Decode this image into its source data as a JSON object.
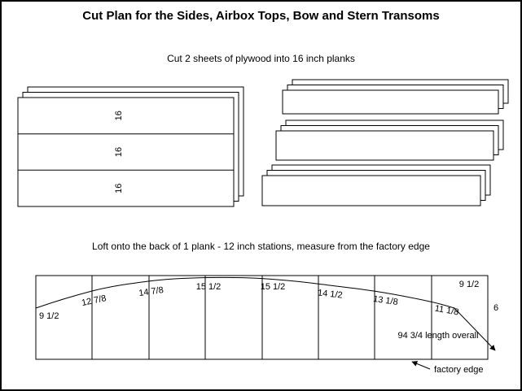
{
  "page": {
    "title": "Cut Plan for the Sides, Airbox Tops, Bow and Stern Transoms",
    "subtitle": "Cut 2 sheets of plywood into 16 inch planks",
    "loft_instruction": "Loft onto the back of 1 plank - 12 inch stations, measure from the factory edge"
  },
  "sheets": {
    "plank_labels": [
      "16",
      "16",
      "16"
    ]
  },
  "loft": {
    "measurements": [
      "9 1/2",
      "12 7/8",
      "14 7/8",
      "15 1/2",
      "15 1/2",
      "14 1/2",
      "13 1/8",
      "11 1/8",
      "9 1/2",
      "6"
    ],
    "length_overall": "94 3/4 length overall",
    "factory_edge": "factory edge"
  }
}
